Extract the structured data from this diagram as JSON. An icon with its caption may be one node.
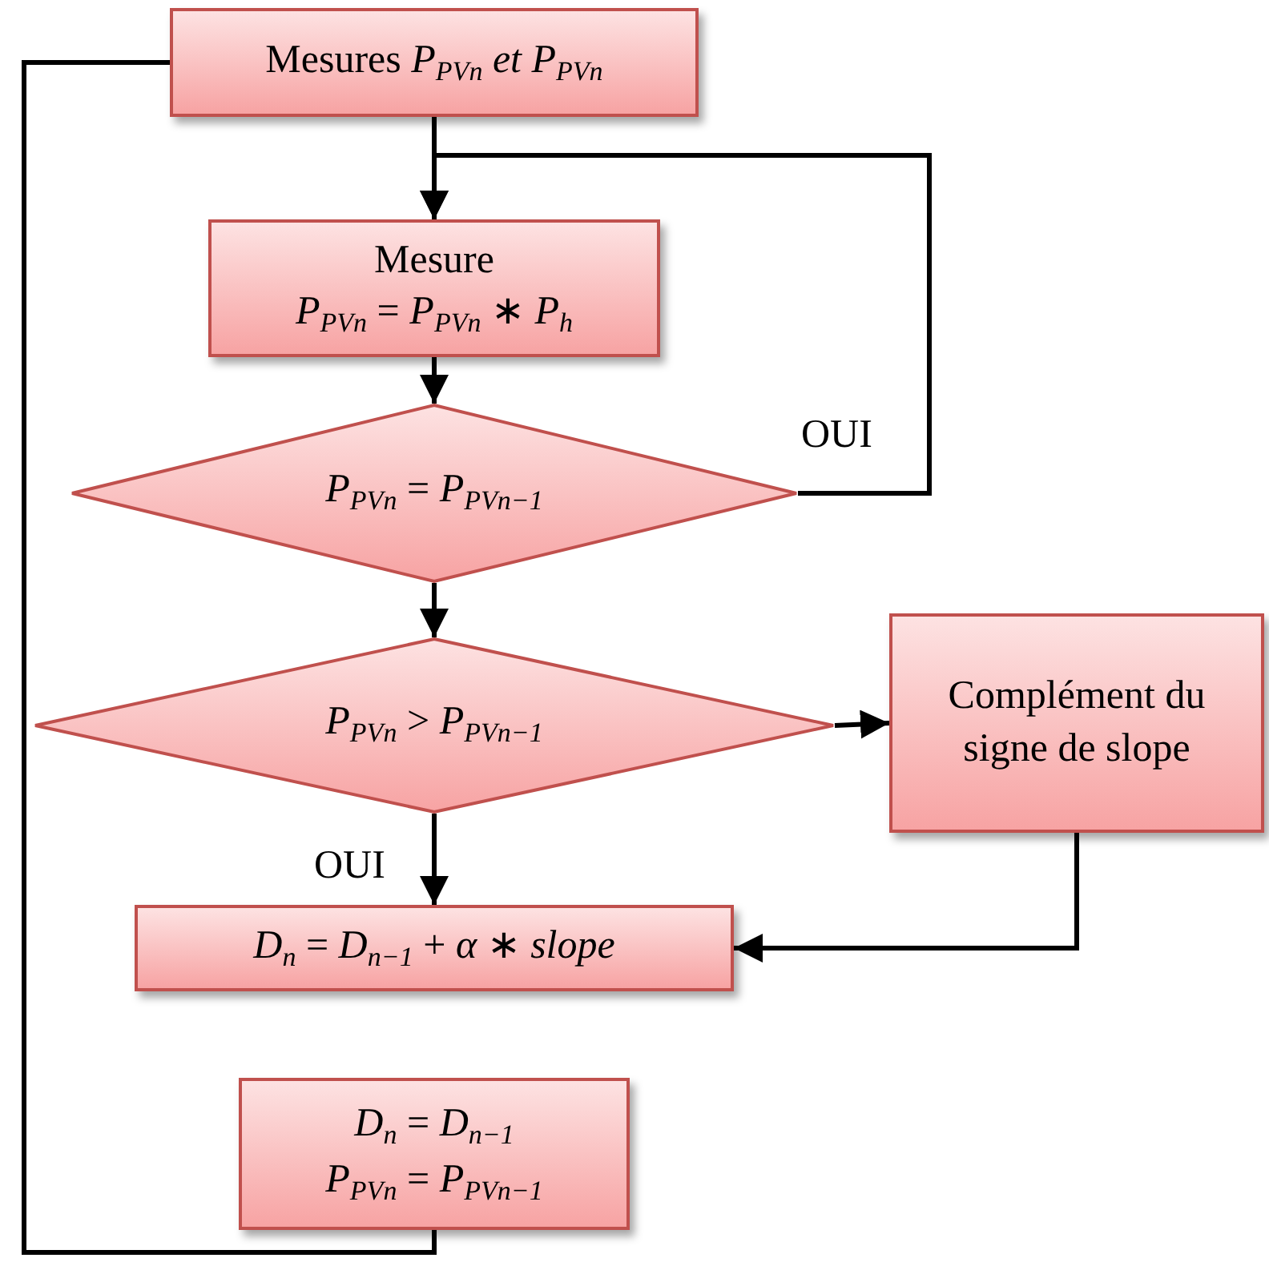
{
  "diagram": {
    "nodes": [
      {
        "text": [
          "Mesures *P*$_{PVn}$ *et P*$_{PVn}$"
        ]
      },
      {
        "text": [
          "Mesure",
          "*P*$_{PVn}$ = *P*$_{PVn}$ ∗ *P*$_{h}$"
        ]
      },
      {
        "text": [
          "*P*$_{PVn}$ = *P*$_{PVn−1}$"
        ]
      },
      {
        "text": [
          "*P*$_{PVn}$ > *P*$_{PVn−1}$"
        ]
      },
      {
        "text": [
          "Complément du signe de slope"
        ]
      },
      {
        "text": [
          "*D*$_{n}$ = *D*$_{n−1}$ + *α* ∗ *slope*"
        ]
      },
      {
        "text": [
          "*D*$_{n}$ = *D*$_{n−1}$",
          "*P*$_{PVn}$ = *P*$_{PVn−1}$"
        ]
      }
    ],
    "edges": [
      {
        "from": 0,
        "to": 1,
        "arrow": "to"
      },
      {
        "from": 1,
        "to": 2,
        "arrow": "to"
      },
      {
        "from": 2,
        "to": 1,
        "arrow": "to",
        "label": "OUI"
      },
      {
        "from": 2,
        "to": 3,
        "arrow": "to"
      },
      {
        "from": 3,
        "to": 4,
        "arrow": "to"
      },
      {
        "from": 3,
        "to": 5,
        "arrow": "to",
        "label": "OUI"
      },
      {
        "from": 4,
        "to": 5,
        "arrow": "to"
      },
      {
        "from": 6,
        "to": 0,
        "arrow": "none"
      }
    ]
  }
}
